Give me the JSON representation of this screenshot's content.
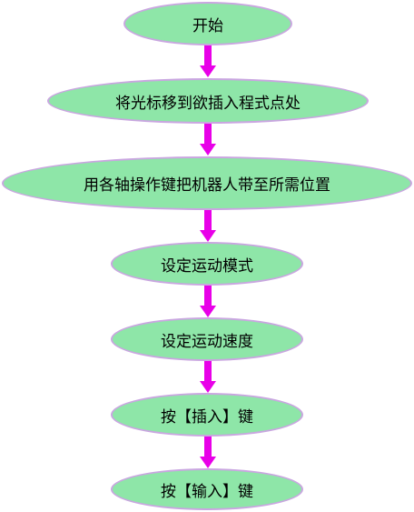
{
  "flowchart": {
    "colors": {
      "node_fill": "#8ee6a8",
      "node_border": "#c9a6e0",
      "arrow": "#e800e8"
    },
    "steps": [
      "开始",
      "将光标移到欲插入程式点处",
      "用各轴操作键把机器人带至所需位置",
      "设定运动模式",
      "设定运动速度",
      "按【插入】键",
      "按【输入】键"
    ]
  }
}
